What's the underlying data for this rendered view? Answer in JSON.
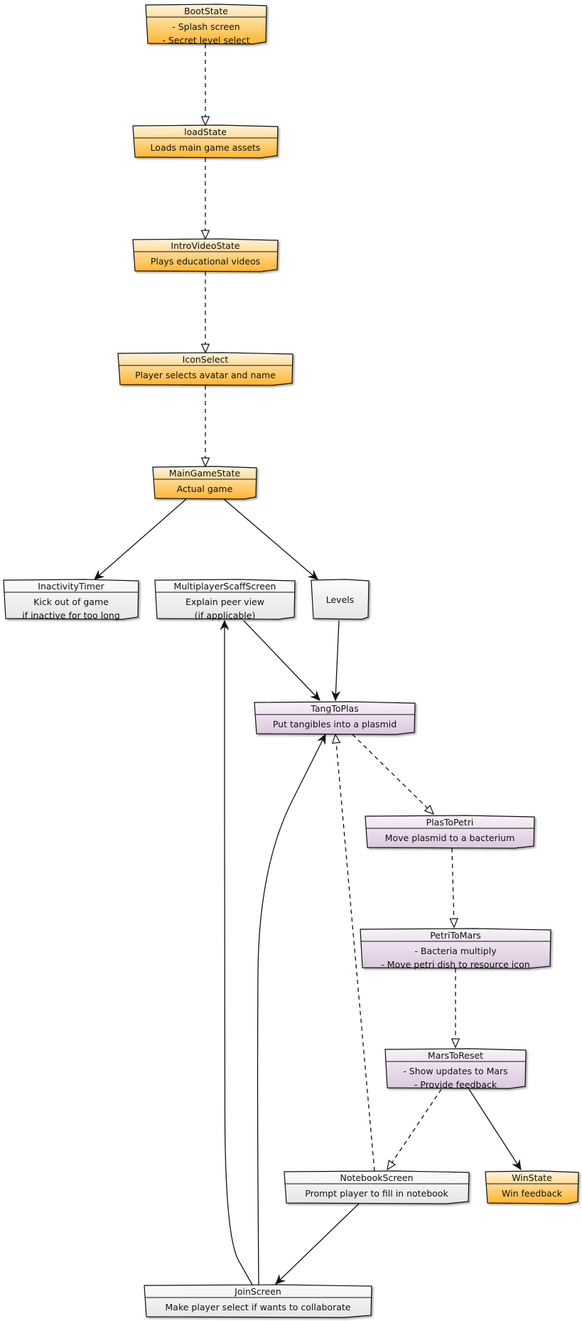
{
  "colors": {
    "orange_top": "#FFF4DC",
    "orange_bottom": "#FFB52E",
    "gray_top": "#FBFBFB",
    "gray_bottom": "#E6E6E6",
    "purple_top": "#F7F2F8",
    "purple_bottom": "#DCC7DF"
  },
  "nodes": {
    "bootstate": {
      "title": "BootState",
      "lines": [
        "- Splash screen",
        "- Secret level select"
      ]
    },
    "loadstate": {
      "title": "loadState",
      "lines": [
        "Loads main game assets"
      ]
    },
    "introvideostate": {
      "title": "IntroVideoState",
      "lines": [
        "Plays educational videos"
      ]
    },
    "iconselect": {
      "title": "IconSelect",
      "lines": [
        "Player selects avatar and name"
      ]
    },
    "maingamestate": {
      "title": "MainGameState",
      "lines": [
        "Actual game"
      ]
    },
    "inactivitytimer": {
      "title": "InactivityTimer",
      "lines": [
        "Kick out of game",
        "if inactive for too long"
      ]
    },
    "multiplayerscaffscreen": {
      "title": "MultiplayerScaffScreen",
      "lines": [
        "Explain peer view",
        "(if applicable)"
      ]
    },
    "levels": {
      "title": "Levels",
      "lines": []
    },
    "tangtoplas": {
      "title": "TangToPlas",
      "lines": [
        "Put tangibles into a plasmid"
      ]
    },
    "plastopetri": {
      "title": "PlasToPetri",
      "lines": [
        "Move plasmid to a bacterium"
      ]
    },
    "petritomars": {
      "title": "PetriToMars",
      "lines": [
        "- Bacteria multiply",
        "- Move petri dish to resource icon"
      ]
    },
    "marstoreset": {
      "title": "MarsToReset",
      "lines": [
        "- Show updates to Mars",
        "- Provide feedback"
      ]
    },
    "notebookscreen": {
      "title": "NotebookScreen",
      "lines": [
        "Prompt player to fill in notebook"
      ]
    },
    "winstate": {
      "title": "WinState",
      "lines": [
        "Win feedback"
      ]
    },
    "joinscreen": {
      "title": "JoinScreen",
      "lines": [
        "Make player select if wants to collaborate"
      ]
    }
  },
  "edges": [
    {
      "from": "bootstate",
      "to": "loadstate",
      "style": "dashed",
      "head": "hollow"
    },
    {
      "from": "loadstate",
      "to": "introvideostate",
      "style": "dashed",
      "head": "hollow"
    },
    {
      "from": "introvideostate",
      "to": "iconselect",
      "style": "dashed",
      "head": "hollow"
    },
    {
      "from": "iconselect",
      "to": "maingamestate",
      "style": "dashed",
      "head": "hollow"
    },
    {
      "from": "maingamestate",
      "to": "inactivitytimer",
      "style": "solid",
      "head": "open"
    },
    {
      "from": "maingamestate",
      "to": "levels",
      "style": "solid",
      "head": "open"
    },
    {
      "from": "multiplayerscaffscreen",
      "to": "tangtoplas",
      "style": "solid",
      "head": "open"
    },
    {
      "from": "levels",
      "to": "tangtoplas",
      "style": "solid",
      "head": "open"
    },
    {
      "from": "tangtoplas",
      "to": "plastopetri",
      "style": "dashed",
      "head": "hollow"
    },
    {
      "from": "plastopetri",
      "to": "petritomars",
      "style": "dashed",
      "head": "hollow"
    },
    {
      "from": "petritomars",
      "to": "marstoreset",
      "style": "dashed",
      "head": "hollow"
    },
    {
      "from": "marstoreset",
      "to": "notebookscreen",
      "style": "dashed",
      "head": "hollow"
    },
    {
      "from": "marstoreset",
      "to": "winstate",
      "style": "solid",
      "head": "open"
    },
    {
      "from": "notebookscreen",
      "to": "tangtoplas",
      "style": "dashed",
      "head": "hollow"
    },
    {
      "from": "notebookscreen",
      "to": "joinscreen",
      "style": "solid",
      "head": "open"
    },
    {
      "from": "joinscreen",
      "to": "multiplayerscaffscreen",
      "style": "solid",
      "head": "open"
    },
    {
      "from": "joinscreen",
      "to": "tangtoplas",
      "style": "solid",
      "head": "open"
    }
  ]
}
